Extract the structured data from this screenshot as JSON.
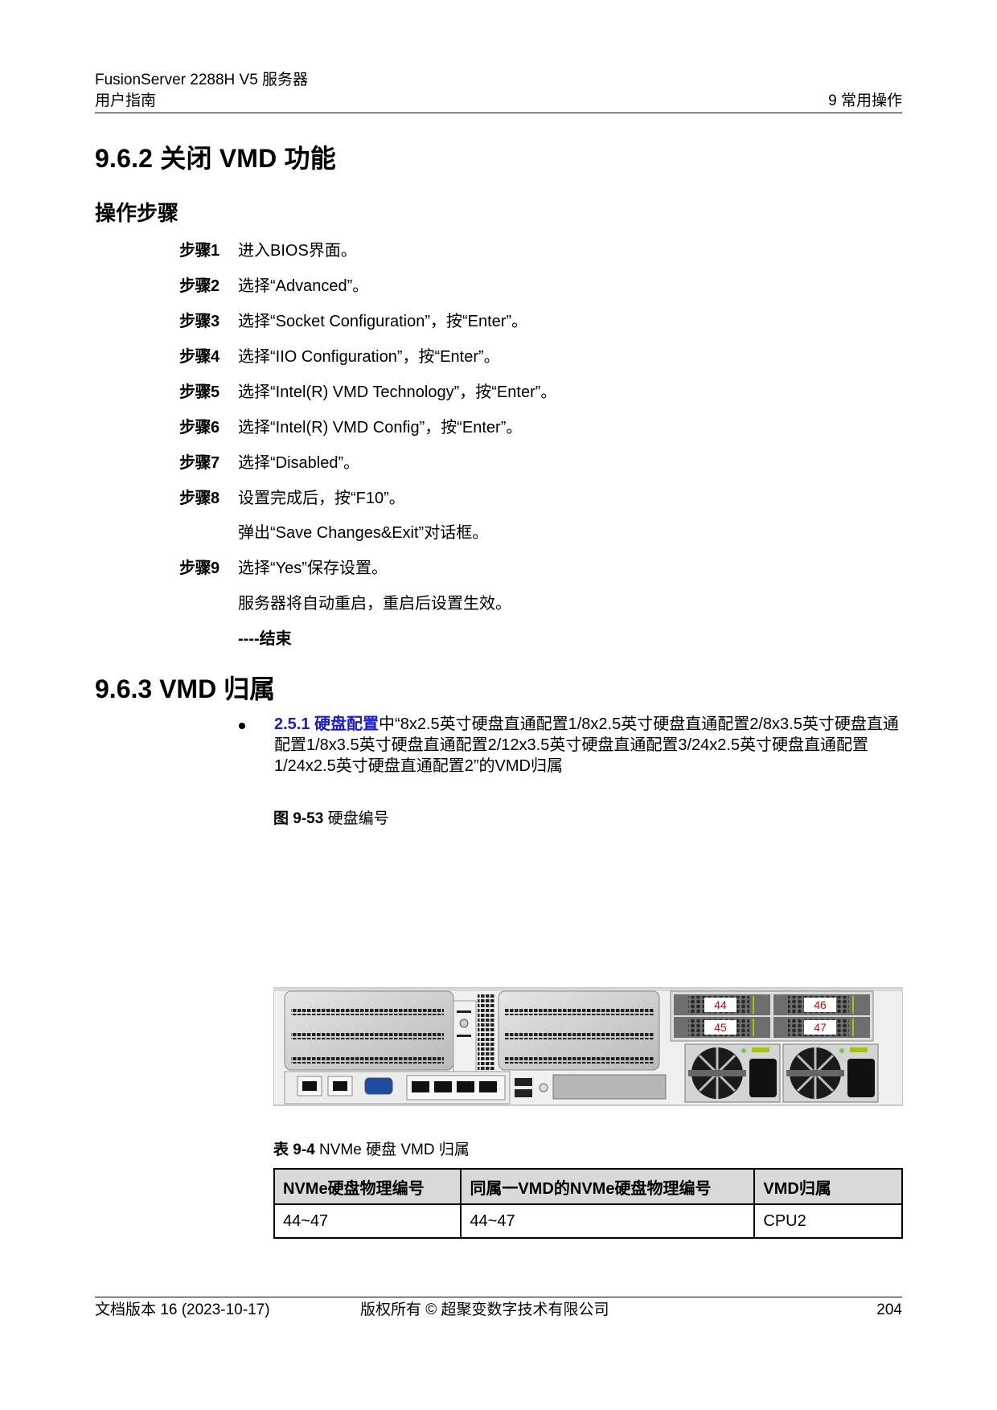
{
  "header": {
    "product": "FusionServer 2288H V5 服务器",
    "doc_type": "用户指南",
    "chapter": "9 常用操作"
  },
  "section_962": {
    "title": "9.6.2 关闭 VMD 功能",
    "subheading": "操作步骤",
    "steps": [
      {
        "label": "步骤1",
        "text": "进入BIOS界面。"
      },
      {
        "label": "步骤2",
        "text": "选择“Advanced”。"
      },
      {
        "label": "步骤3",
        "text": "选择“Socket Configuration”，按“Enter”。"
      },
      {
        "label": "步骤4",
        "text": "选择“IIO Configuration”，按“Enter”。"
      },
      {
        "label": "步骤5",
        "text": "选择“Intel(R) VMD Technology”，按“Enter”。"
      },
      {
        "label": "步骤6",
        "text": "选择“Intel(R) VMD Config”，按“Enter”。"
      },
      {
        "label": "步骤7",
        "text": "选择“Disabled”。"
      },
      {
        "label": "步骤8",
        "text": "设置完成后，按“F10”。",
        "note": "弹出“Save Changes&Exit”对话框。"
      },
      {
        "label": "步骤9",
        "text": "选择“Yes”保存设置。",
        "note": "服务器将自动重启，重启后设置生效。"
      }
    ],
    "end_marker": "----结束"
  },
  "section_963": {
    "title": "9.6.3 VMD 归属",
    "bullet": {
      "link_text": "2.5.1 硬盘配置",
      "text": "中“8x2.5英寸硬盘直通配置1/8x2.5英寸硬盘直通配置2/8x3.5英寸硬盘直通配置1/8x3.5英寸硬盘直通配置2/12x3.5英寸硬盘直通配置3/24x2.5英寸硬盘直通配置1/24x2.5英寸硬盘直通配置2”的VMD归属"
    },
    "figure": {
      "label": "图 9-53",
      "title": "硬盘编号",
      "drive_labels": [
        "44",
        "45",
        "46",
        "47"
      ],
      "label_color": "#e00000"
    },
    "table": {
      "label": "表 9-4",
      "title": "NVMe 硬盘 VMD 归属",
      "headers": [
        "NVMe硬盘物理编号",
        "同属一VMD的NVMe硬盘物理编号",
        "VMD归属"
      ],
      "rows": [
        [
          "44~47",
          "44~47",
          "CPU2"
        ]
      ]
    }
  },
  "footer": {
    "version": "文档版本 16 (2023-10-17)",
    "copyright": "版权所有 © 超聚变数字技术有限公司",
    "page": "204"
  },
  "colors": {
    "link": "#1a1adb",
    "table_header_bg": "#d9d9d9",
    "drive_label": "#e00000"
  }
}
